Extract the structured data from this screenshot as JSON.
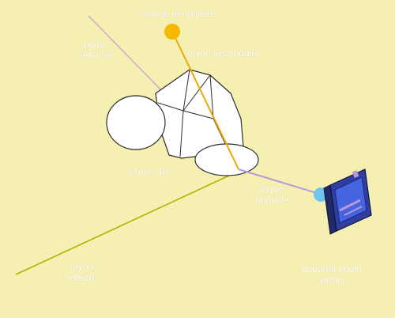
{
  "labels": {
    "light_source": "source de lumière",
    "refracted_line1": "rayon",
    "refracted_line2": "réfracté",
    "secondary": "rayon secondaire",
    "scene": "scène 3D",
    "primary_line1": "rayon",
    "primary_line2": "primaire",
    "reflected_line1": "rayon",
    "reflected_line2": "réfléchi",
    "camera_line1": "appareil photo",
    "camera_line2": "virtuel"
  },
  "colors": {
    "background": "#f6efb2",
    "light_source": "#f5b800",
    "secondary_ray": "#f0a800",
    "refracted_ray": "#d39bd3",
    "primary_ray": "#b79bd8",
    "reflected_ray": "#b3b000",
    "camera_lens": "#6ec6ee",
    "camera_screen": "#3f5bd1",
    "label_text": "#ffffff"
  },
  "icons": {
    "light_source": "sun-circle-icon",
    "camera": "camera-icon"
  }
}
